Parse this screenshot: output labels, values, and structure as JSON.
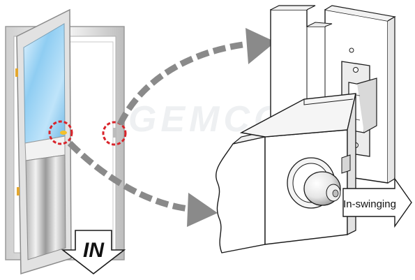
{
  "labels": {
    "in_arrow": "IN",
    "swing_arrow": "In-swinging"
  },
  "watermark": "AGEMCOM",
  "icons": {
    "door": "door-icon",
    "lock": "lock-icon",
    "strike": "strike-plate-icon",
    "knob": "knob-icon"
  },
  "colors": {
    "callout_ring": "#d9232a",
    "flow_arrow": "#8a8a8a",
    "glass": "#9fd4f4",
    "frame": "#d9d9d9",
    "outline": "#1a1a1a"
  }
}
